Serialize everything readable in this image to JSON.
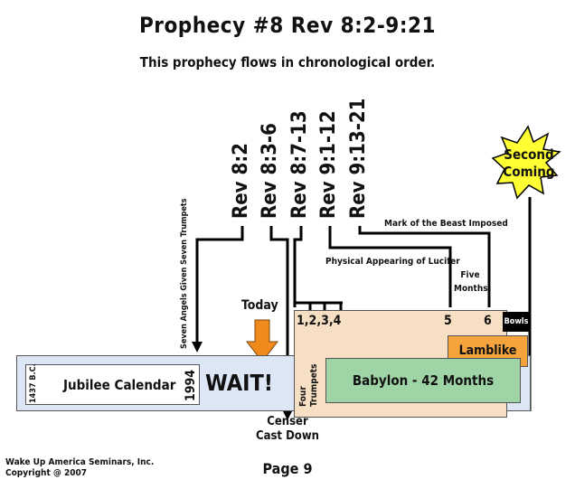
{
  "header": {
    "title": "Prophecy #8   Rev 8:2-9:21",
    "subtitle": "This prophecy flows in chronological order."
  },
  "references": [
    "Rev 8:2",
    "Rev 8:3-6",
    "Rev 8:7-13",
    "Rev 9:1-12",
    "Rev 9:13-21"
  ],
  "second_coming": {
    "line1": "Second",
    "line2": "Coming"
  },
  "annotations": {
    "seven_angels": "Seven Angels Given Seven Trumpets",
    "mark_of_beast": "Mark of the Beast Imposed",
    "lucifer": "Physical Appearing of Lucifer",
    "five_months_1": "Five",
    "five_months_2": "Months",
    "today": "Today",
    "censer_1": "Censer",
    "censer_2": "Cast Down"
  },
  "timeline": {
    "year_1437": "1437 B.C.",
    "jubilee": "Jubilee Calendar",
    "year_1994": "1994",
    "wait": "WAIT!",
    "trumpets_1_4": "1,2,3,4",
    "trumpet_5": "5",
    "trumpet_6": "6",
    "bowls": "Bowls",
    "four_trumpets_1": "Four",
    "four_trumpets_2": "Trumpets",
    "lamblike": "Lamblike",
    "babylon": "Babylon - 42 Months"
  },
  "footer": {
    "org": "Wake Up America Seminars, Inc.",
    "copyright": "Copyright @ 2007",
    "page": "Page 9"
  },
  "colors": {
    "timeline_bg": "#dde6f4",
    "trumpet_region": "#f7dfc4",
    "babylon": "#9fd4a7",
    "lamblike": "#f5a33d",
    "arrow": "#f08a1c",
    "star": "#ffff33",
    "bowls": "#000000"
  }
}
